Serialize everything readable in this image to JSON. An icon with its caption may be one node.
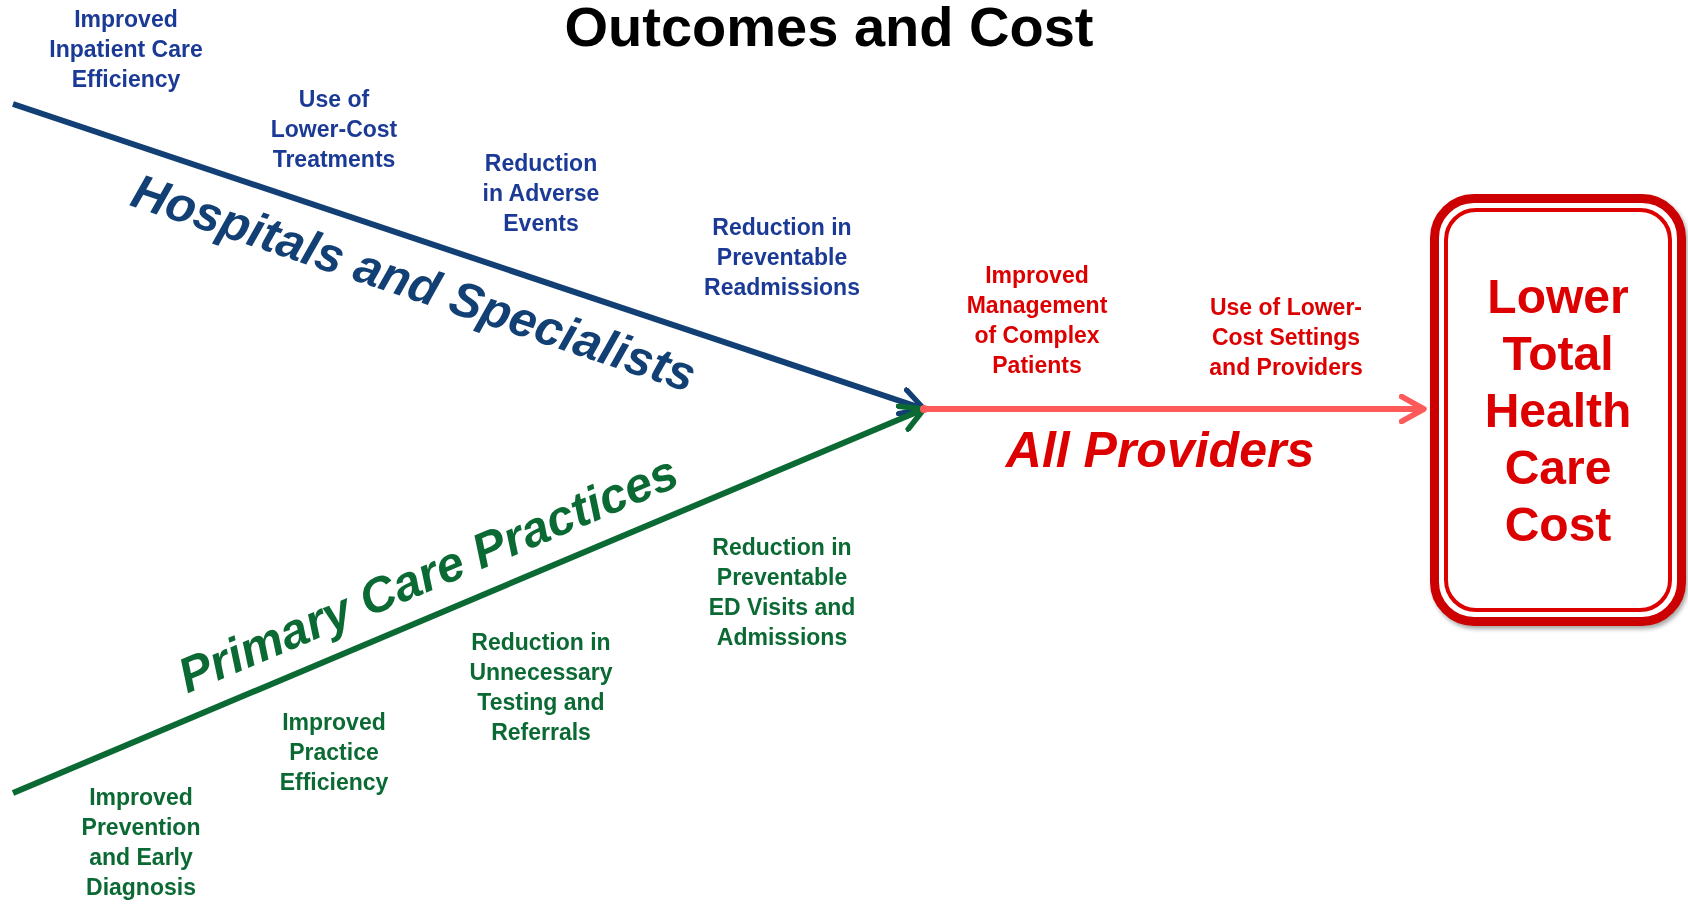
{
  "diagram": {
    "title": "Outcomes and Cost",
    "nodes": [
      {
        "text": [
          "Lower Total Health Care Cost"
        ]
      },
      {
        "text": [],
        "shape": "point"
      }
    ],
    "edges": [
      {
        "from": null,
        "to": 1,
        "arrow": "to",
        "label": "Hospitals and Specialists",
        "color": "#123f74"
      },
      {
        "from": null,
        "to": 1,
        "arrow": "to",
        "label": "Primary Care Practices",
        "color": "#0b6a34"
      },
      {
        "from": 1,
        "to": 0,
        "arrow": "to",
        "label": "All Providers",
        "color": "#ff5a5a"
      }
    ],
    "labels": [
      "Improved Inpatient Care Efficiency",
      "Use of Lower-Cost Treatments",
      "Reduction in Adverse Events",
      "Reduction in Preventable Readmissions",
      "Improved Management of Complex Patients",
      "Use of Lower-Cost Settings and Providers",
      "Reduction in Preventable ED Visits and Admissions",
      "Reduction in Unnecessary Testing and Referrals",
      "Improved Practice Efficiency",
      "Improved Prevention and Early Diagnosis"
    ]
  }
}
